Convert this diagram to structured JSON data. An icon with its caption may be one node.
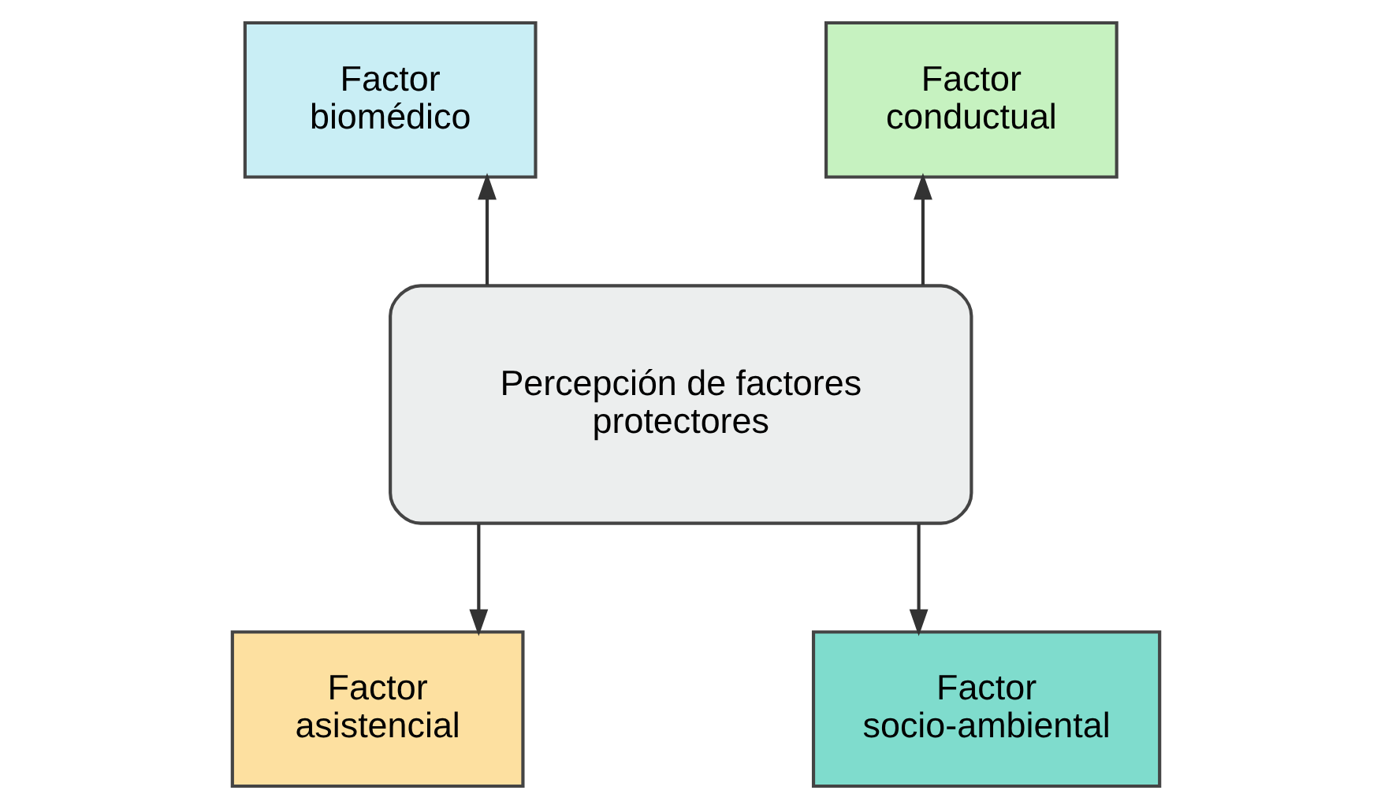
{
  "diagram": {
    "nodes": [
      {
        "text": [
          "Factor biomédico"
        ]
      },
      {
        "text": [
          "Factor conductual"
        ]
      },
      {
        "text": [
          "Percepción de factores protectores"
        ]
      },
      {
        "text": [
          "Factor asistencial"
        ]
      },
      {
        "text": [
          "Factor socio-ambiental"
        ]
      }
    ],
    "edges": [
      {
        "from": 2,
        "to": 0,
        "arrow": "to"
      },
      {
        "from": 2,
        "to": 1,
        "arrow": "to"
      },
      {
        "from": 2,
        "to": 3,
        "arrow": "to"
      },
      {
        "from": 2,
        "to": 4,
        "arrow": "to"
      }
    ]
  }
}
